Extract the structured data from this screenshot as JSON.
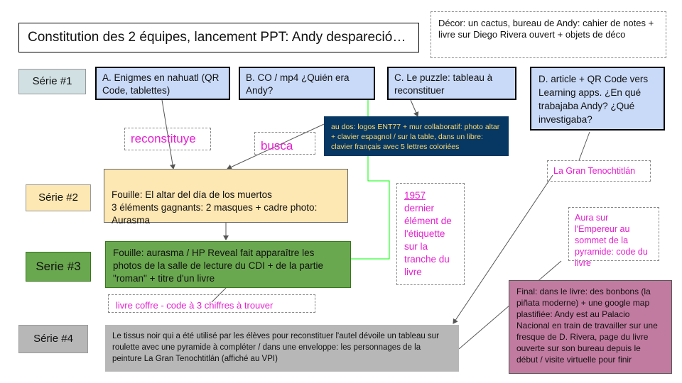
{
  "title": "Constitution des 2 équipes, lancement PPT: Andy despareció…",
  "decor_note": "Décor: un cactus, bureau de Andy: cahier de notes + livre sur Diego Rivera ouvert + objets de déco",
  "series": {
    "s1": "Série #1",
    "s2": "Série #2",
    "s3": "Serie #3",
    "s4": "Série #4"
  },
  "series1": {
    "a": "A. Enigmes en nahuatl (QR Code, tablettes)",
    "b": "B. CO / mp4 ¿Quién era Andy?",
    "c": "C. Le puzzle: tableau à reconstituer",
    "d": "D. article + QR Code vers Learning apps. ¿En qué trabajaba Andy? ¿Qué investigaba?"
  },
  "dark_note": "au dos: logos ENT77 + mur collaboratif: photo altar + clavier espagnol / sur la table, dans un libre: clavier français avec 5 lettres coloriées",
  "labels": {
    "reconstituye": "reconstituye",
    "busca": "busca",
    "gran": "La Gran Tenochtitlán",
    "aura": "Aura sur l'Empereur au sommet de la pyramide: code du livre",
    "coffre": "livre coffre - code à 3 chiffres à trouver",
    "year": "1957",
    "year_rest": "dernier élément de l'étiquette sur la tranche du livre"
  },
  "series2_box": "Fouille: El altar del día de los muertos\n3 éléments gagnants: 2 masques + cadre photo: Aurasma",
  "series3_box": "Fouille: aurasma / HP Reveal fait apparaître les photos de la salle de lecture du CDI + de la partie \"roman\" + titre d'un livre",
  "series4_box": "Le tissus noir qui a été utilisé par les élèves pour reconstituer l'autel dévoile un tableau sur roulette avec une pyramide à compléter / dans une enveloppe: les personnages de la peinture La Gran Tenochtitlán (affiché au VPI)",
  "final_box": "Final: dans le livre: des bonbons (la piñata moderne)  + une google map plastifiée: Andy est au Palacio Nacional en train de travailler sur une fresque de D. Rivera, page du livre ouverte sur son bureau depuis le début / visite virtuelle pour finir",
  "colors": {
    "blue_box": "#c9daf8",
    "green_label": "#d0e0e3",
    "orange_box": "#fde7b3",
    "green_box": "#6aa84f",
    "gray_box": "#b7b7b7",
    "mauve_box": "#c27ba0",
    "navy_box": "#073763",
    "yellow_text": "#ffd966",
    "pink_text": "#e61fd0",
    "connector_green": "#00ff00"
  }
}
